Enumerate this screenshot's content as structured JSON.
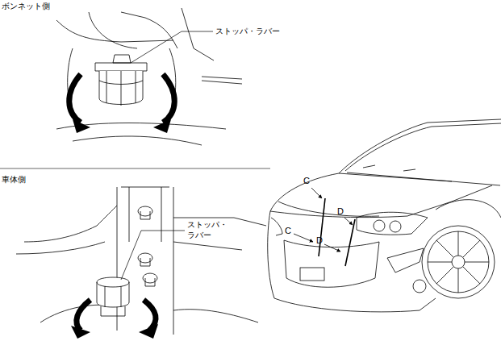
{
  "diagram": {
    "labels": [
      "ボンネット側",
      "ストッパ・ラバー",
      "車体側",
      "ストッパ・ ラバー",
      "C",
      "C",
      "D",
      "D"
    ]
  }
}
